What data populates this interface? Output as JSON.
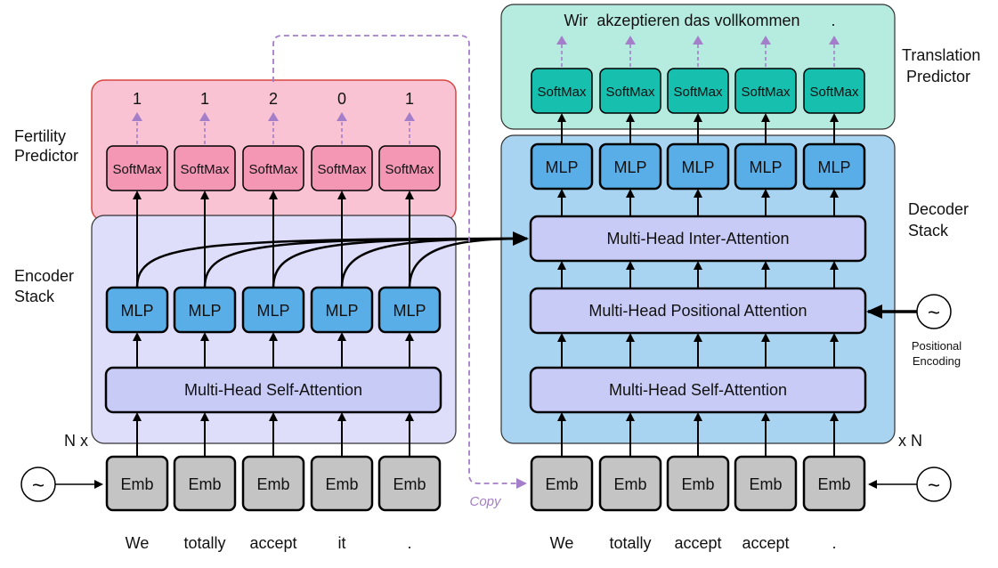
{
  "labels": {
    "fertility_predictor": [
      "Fertility",
      "Predictor"
    ],
    "encoder_stack": [
      "Encoder",
      "Stack"
    ],
    "translation_predictor": [
      "Translation",
      "Predictor"
    ],
    "decoder_stack": [
      "Decoder",
      "Stack"
    ],
    "positional_encoding": [
      "Positional",
      "Encoding"
    ],
    "encoder_repeat": "N x",
    "decoder_repeat": "x N",
    "copy": "Copy"
  },
  "blocks": {
    "softmax": "SoftMax",
    "mlp": "MLP",
    "emb": "Emb",
    "enc_self_attention": "Multi-Head Self-Attention",
    "dec_inter_attention": "Multi-Head Inter-Attention",
    "dec_positional_attention": "Multi-Head Positional Attention",
    "dec_self_attention": "Multi-Head Self-Attention",
    "oscillator_symbol": "~"
  },
  "encoder_inputs": [
    "We",
    "totally",
    "accept",
    "it",
    "."
  ],
  "fertilities": [
    "1",
    "1",
    "2",
    "0",
    "1"
  ],
  "decoder_inputs": [
    "We",
    "totally",
    "accept",
    "accept",
    "."
  ],
  "translation_output": "Wir  akzeptieren das vollkommen",
  "translation_output_final": ".",
  "colors": {
    "fertility_region": "#f9c3d3",
    "fertility_border": "#d9453f",
    "softmax_fertility": "#f497b5",
    "encoder_region": "#dedefb",
    "attention_box": "#c9cbf7",
    "mlp": "#5aaee8",
    "emb": "#c4c4c4",
    "translation_region": "#b6ece0",
    "softmax_translation": "#17bfae",
    "decoder_region": "#a8d3f1",
    "copy_arrow": "#a47ec8"
  }
}
